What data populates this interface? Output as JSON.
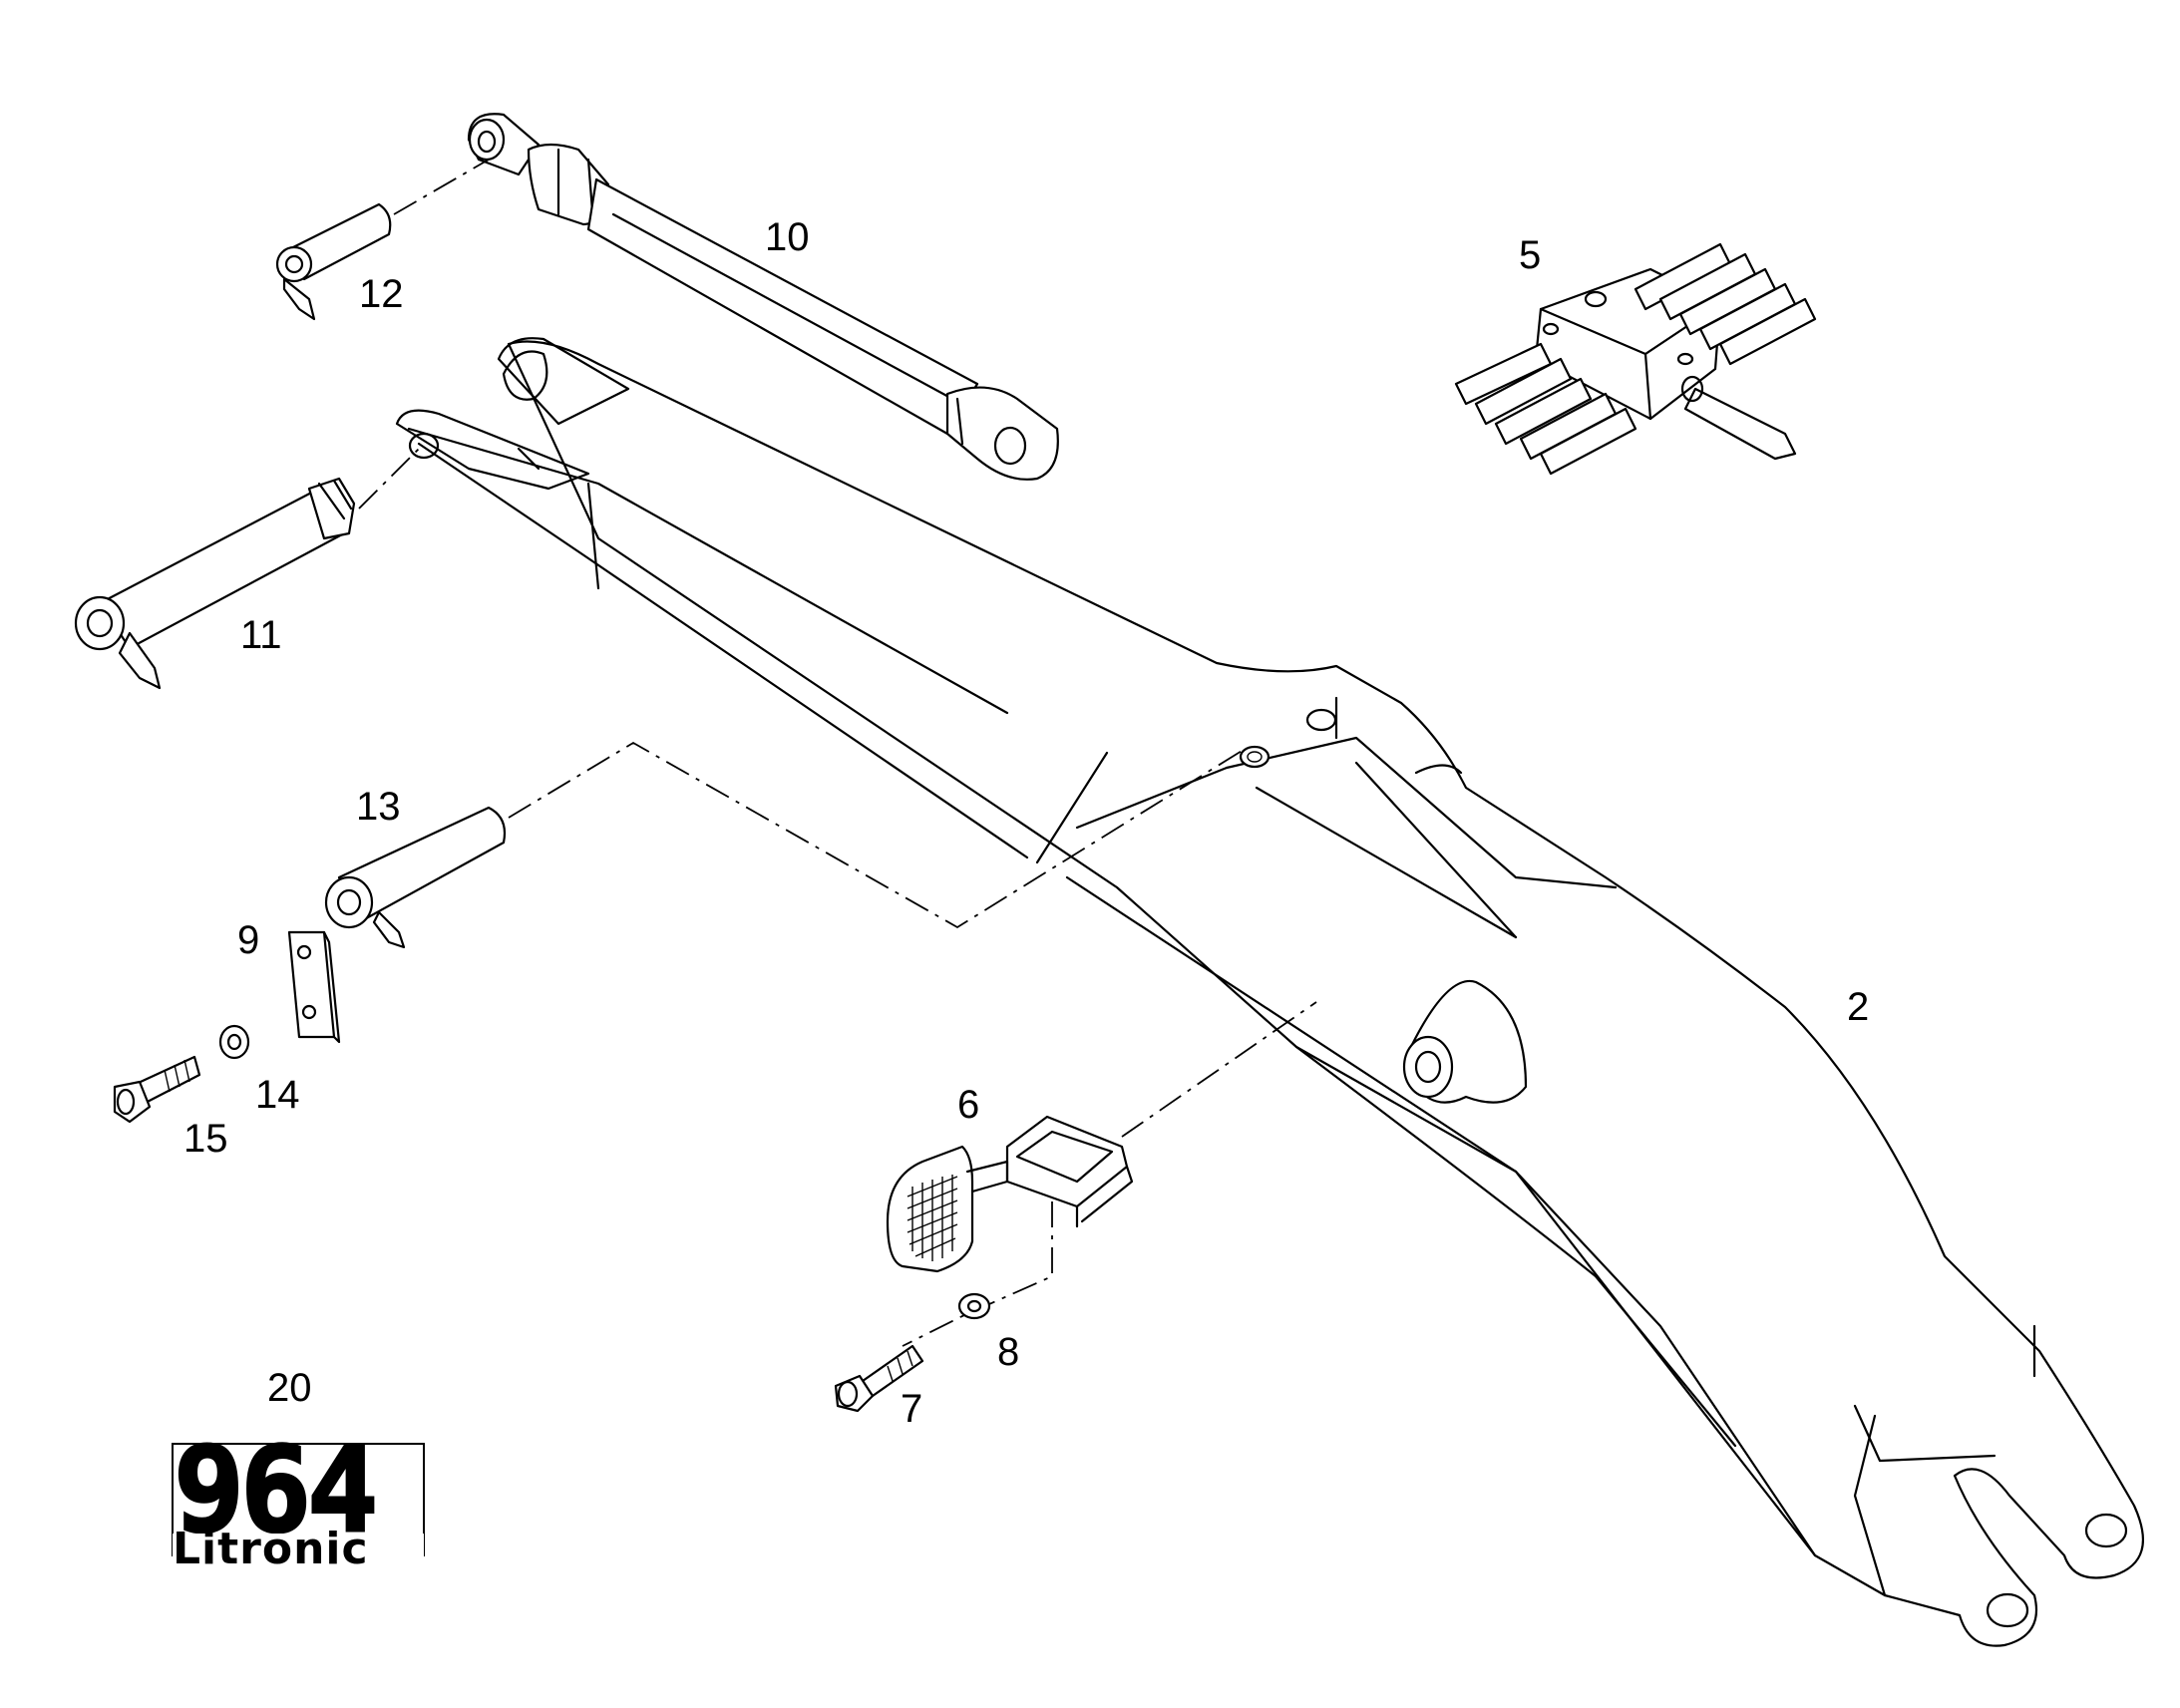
{
  "callouts": {
    "c2": "2",
    "c5": "5",
    "c6": "6",
    "c7": "7",
    "c8": "8",
    "c9": "9",
    "c10": "10",
    "c11": "11",
    "c12": "12",
    "c13": "13",
    "c14": "14",
    "c15": "15",
    "c20": "20"
  },
  "logo": {
    "model": "964",
    "brand": "Litronic"
  }
}
